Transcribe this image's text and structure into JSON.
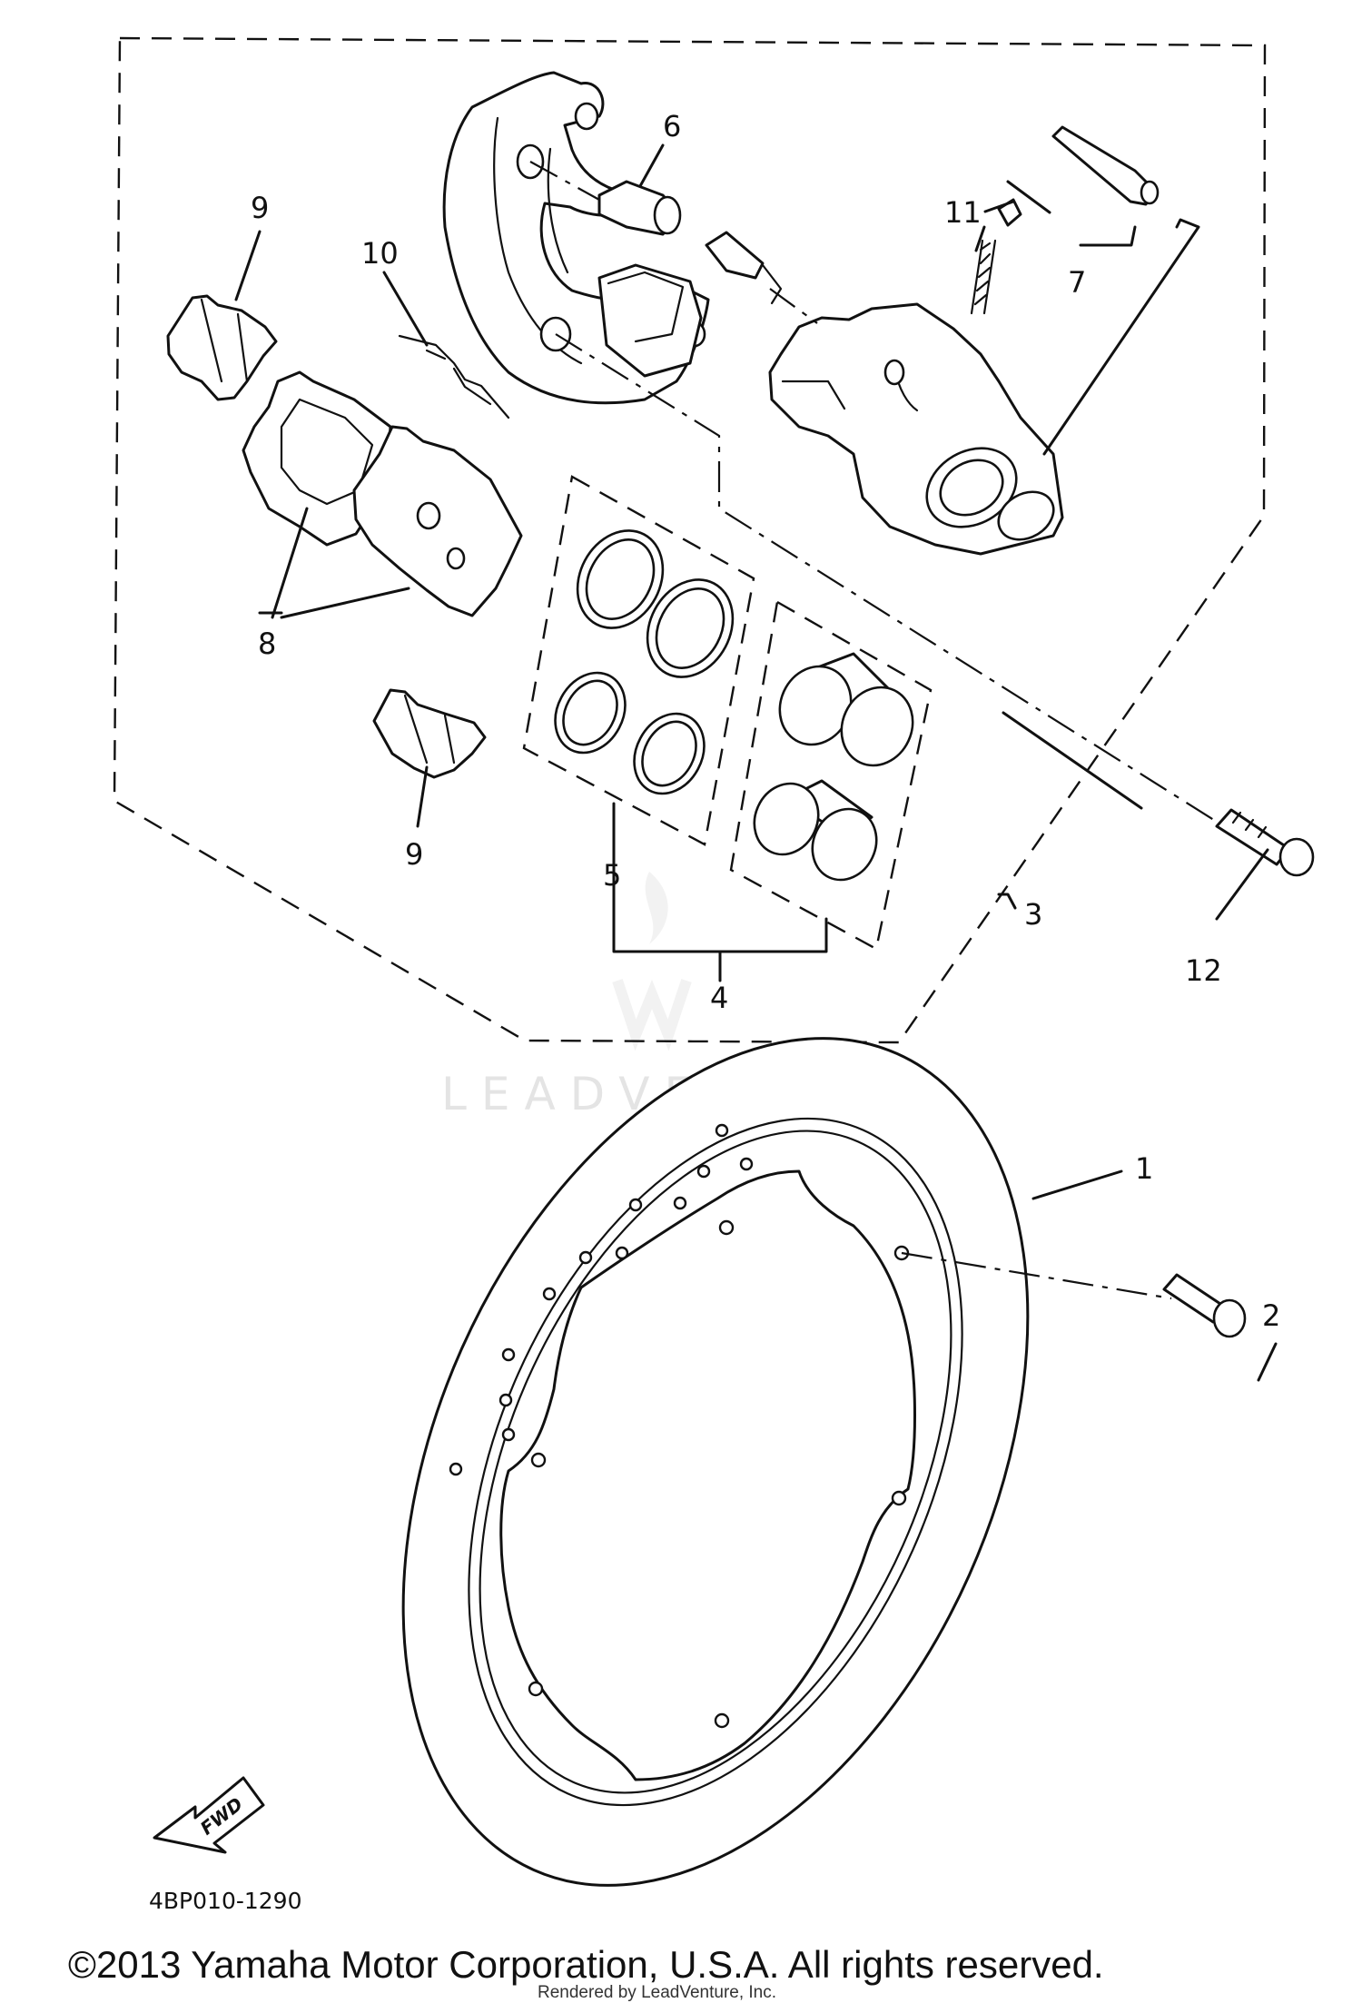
{
  "diagram": {
    "callouts": {
      "c1": "1",
      "c2": "2",
      "c3": "3",
      "c4": "4",
      "c5": "5",
      "c6": "6",
      "c7": "7",
      "c8": "8",
      "c9a": "9",
      "c9b": "9",
      "c10": "10",
      "c11": "11",
      "c12": "12"
    },
    "figure_code": "4BP010-1290",
    "direction_arrow_label": "FWD",
    "watermark": "LEADVENTURE",
    "copyright": "©2013 Yamaha Motor Corporation, U.S.A. All rights reserved.",
    "rendered_by": "Rendered by LeadVenture, Inc."
  }
}
